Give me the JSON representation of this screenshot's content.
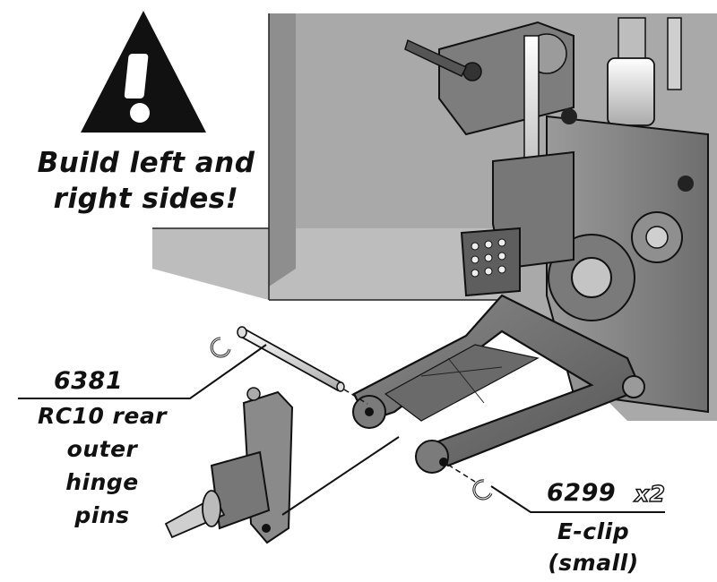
{
  "warning": {
    "line1": "Build left and",
    "line2": "right sides!"
  },
  "parts": [
    {
      "number": "6381",
      "desc_lines": [
        "RC10 rear",
        "outer",
        "hinge",
        "pins"
      ]
    },
    {
      "number": "6299",
      "quantity": "x2",
      "desc_lines": [
        "E-clip",
        "(small)"
      ]
    }
  ]
}
